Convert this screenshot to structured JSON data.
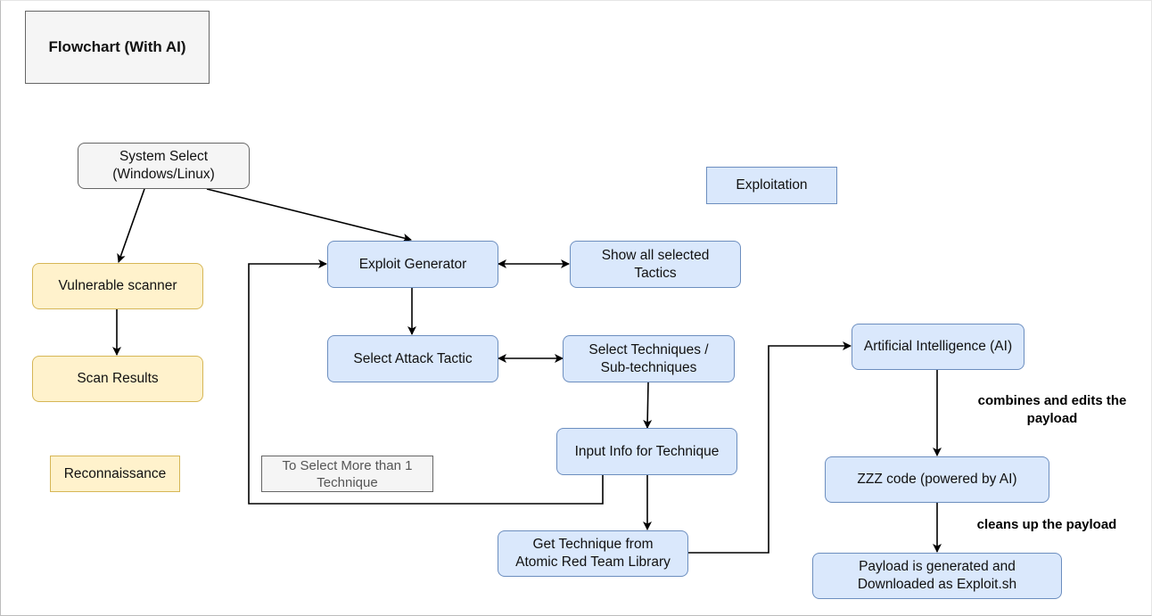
{
  "diagram": {
    "title": "Flowchart (With AI)",
    "nodes": {
      "system_select": "System Select\n(Windows/Linux)",
      "vuln_scanner": "Vulnerable scanner",
      "scan_results": "Scan Results",
      "reconnaissance": "Reconnaissance",
      "exploit_generator": "Exploit Generator",
      "show_tactics": "Show all selected\nTactics",
      "select_tactic": "Select Attack Tactic",
      "select_techniques": "Select Techniques /\nSub-techniques",
      "input_info": "Input Info for Technique",
      "select_more_note": "To Select More than 1\nTechnique",
      "get_technique": "Get Technique from\nAtomic Red Team Library",
      "exploitation": "Exploitation",
      "ai": "Artificial Intelligence (AI)",
      "zzz_code": "ZZZ code (powered by AI)",
      "payload": "Payload is generated and\nDownloaded as Exploit.sh"
    },
    "edge_labels": {
      "combines": "combines and edits the\npayload",
      "cleans": "cleans up the payload"
    },
    "colors": {
      "blue_fill": "#dae8fc",
      "blue_stroke": "#6c8ebf",
      "yellow_fill": "#fff2cc",
      "yellow_stroke": "#d6b656",
      "grey_fill": "#f5f5f5",
      "grey_stroke": "#666666"
    }
  }
}
